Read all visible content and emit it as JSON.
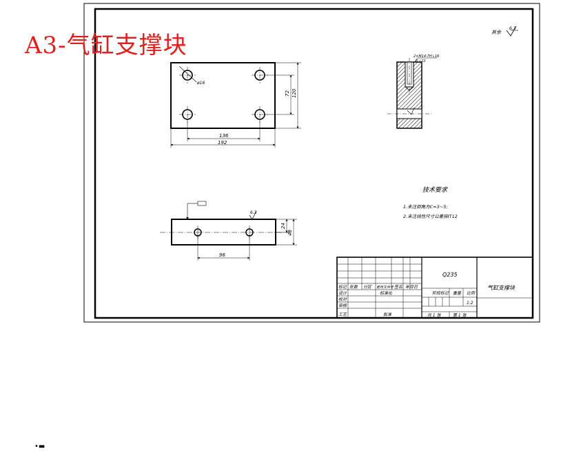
{
  "title": "A3-气缸支撑块",
  "corner_mark": "其余",
  "roughness_general": "6.3",
  "roughness_side": "6.3",
  "bottom_marker": "•▬",
  "top_view": {
    "hole_label": "ø16",
    "dim_hole_pitch_x": "136",
    "dim_total_width": "192",
    "dim_hole_pitch_y": "72",
    "dim_total_height": "120"
  },
  "section_view": {
    "thread_note_1": "2×M14-7H↓16",
    "thread_note_2": "孔↓22"
  },
  "front_view": {
    "dim_hole_pitch": "96",
    "dim_half_thickness": "24",
    "dim_thickness": "48"
  },
  "notes": {
    "heading": "技术要求",
    "items": [
      "1.未注倒角为C=3~5;",
      "2.未注线性尺寸公差按IT12"
    ]
  },
  "title_block": {
    "material": "Q235",
    "part_name": "气缸支撑块",
    "row_labels": [
      "标记",
      "设计",
      "校对",
      "审核",
      "工艺"
    ],
    "change_headers": [
      "处数",
      "分区",
      "更改文件号",
      "签名",
      "年月日"
    ],
    "standard_label": "标准化",
    "approve_label": "批准",
    "stage_label": "阶段标记",
    "weight_label": "重量",
    "scale_label": "比例",
    "scale_value": "1:2",
    "sheet_total": "共 1 张",
    "sheet_num": "第 1 张"
  }
}
